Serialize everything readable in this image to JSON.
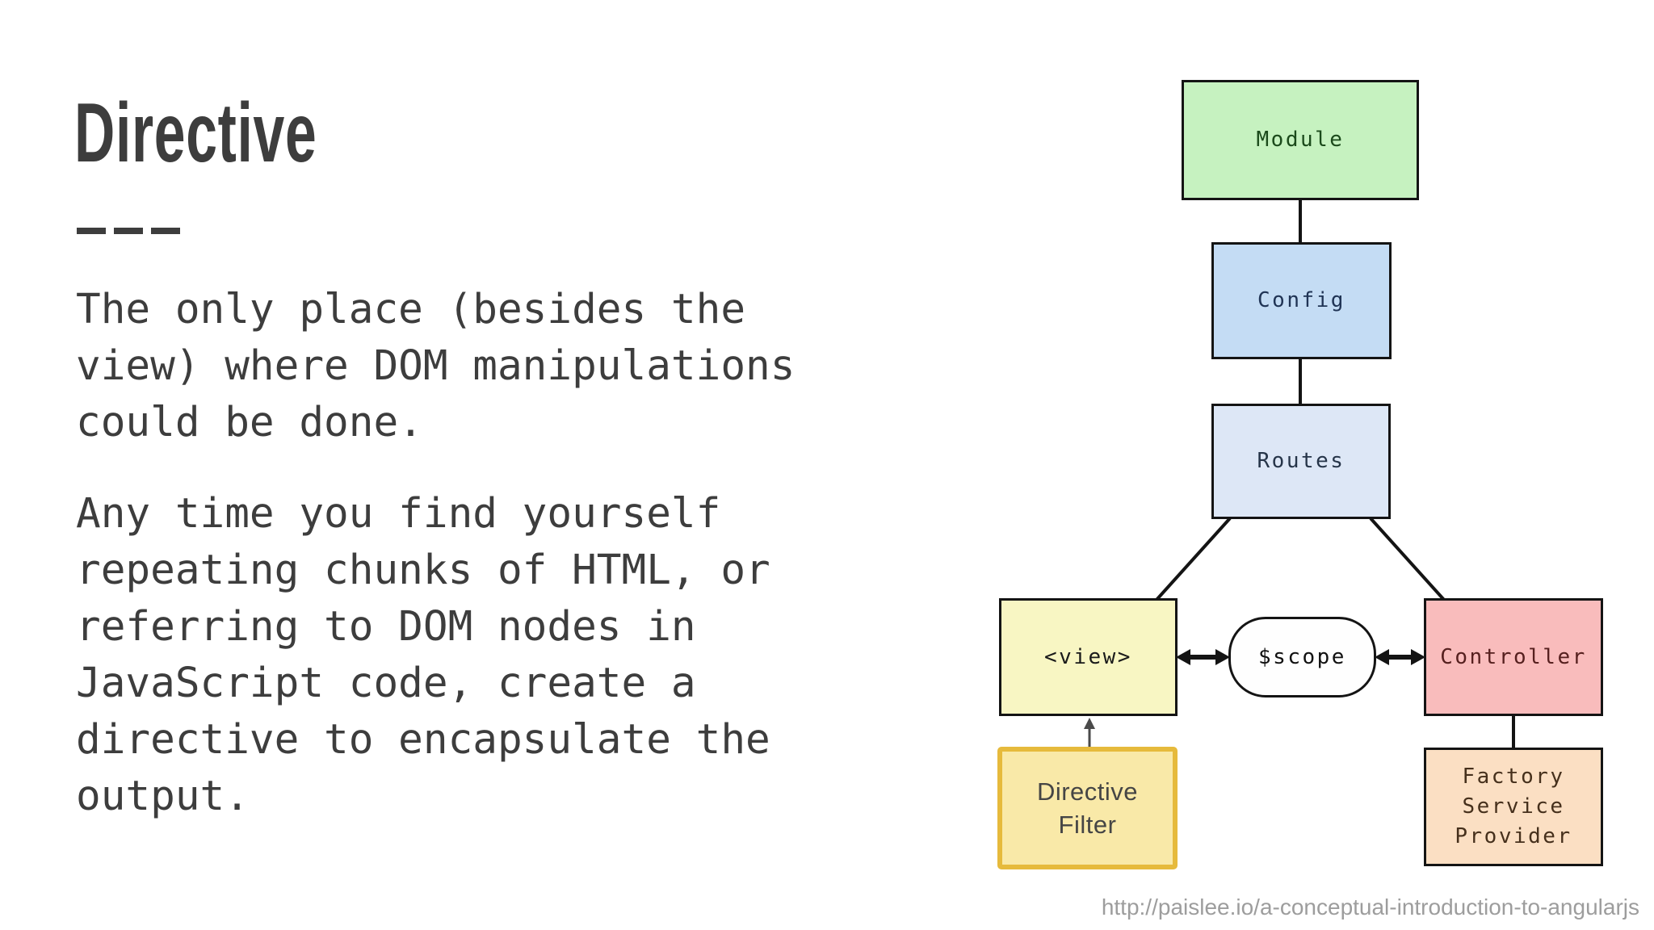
{
  "slide": {
    "title": "Directive",
    "separator": "---",
    "paragraphs": {
      "p1": "The only place (besides the\nview) where DOM manipulations\ncould be done.",
      "p2": "Any time you find yourself\nrepeating chunks of HTML, or\nreferring to DOM nodes in\nJavaScript code, create a\ndirective to encapsulate the\noutput."
    },
    "text_color": "#3d3d3d"
  },
  "diagram": {
    "nodes": {
      "module": {
        "label": "Module",
        "fill": "#c6f2c0",
        "text": "#1b4a1b"
      },
      "config": {
        "label": "Config",
        "fill": "#c4dcf4",
        "text": "#203455"
      },
      "routes": {
        "label": "Routes",
        "fill": "#dde7f6",
        "text": "#263549"
      },
      "view": {
        "label": "<view>",
        "fill": "#f8f6c3",
        "text": "#1a1a1a"
      },
      "scope": {
        "label": "$scope",
        "fill": "#fefefe",
        "text": "#111111"
      },
      "controller": {
        "label": "Controller",
        "fill": "#f9bcbc",
        "text": "#56201f"
      },
      "directive_filter": {
        "label": "Directive\nFilter",
        "fill": "#f9e9a8",
        "text": "#454545",
        "border": "#e6ba3c"
      },
      "factory": {
        "label": "Factory\nService\nProvider",
        "fill": "#fbdfc3",
        "text": "#46301c"
      }
    },
    "line_color": "#141414",
    "thin_arrow_color": "#4a4a4a"
  },
  "footer": {
    "source_url": "http://paislee.io/a-conceptual-introduction-to-angularjs"
  }
}
